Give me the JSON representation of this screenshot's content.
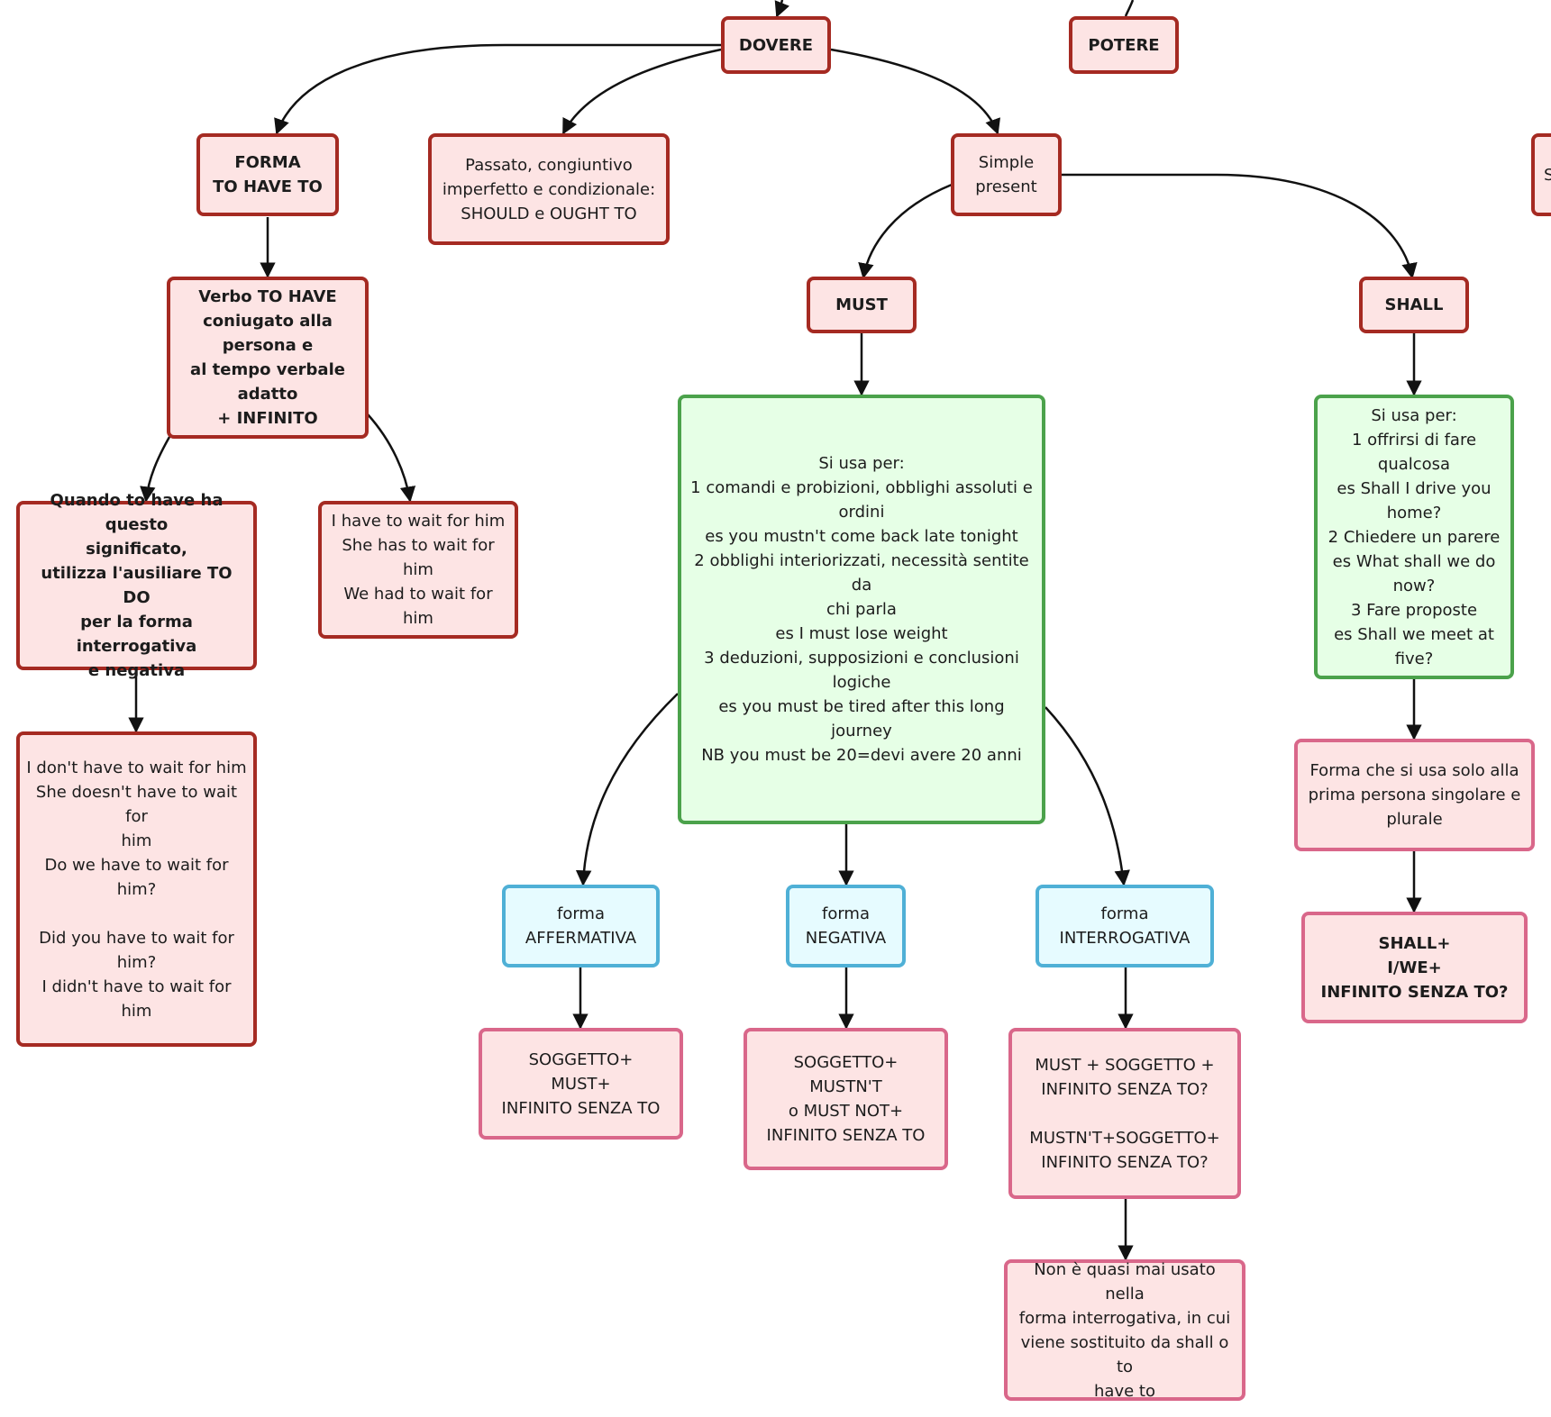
{
  "colors": {
    "red_border": "#a52a22",
    "pink_border": "#d9678a",
    "green_border": "#4ba24b",
    "blue_border": "#4fb0d6",
    "box_fill": "#fde4e4",
    "green_fill": "#e6ffe6",
    "blue_fill": "#e6fbff",
    "edge": "#111111"
  },
  "nodes": {
    "dovere": "DOVERE",
    "potere": "POTERE",
    "side_cut": "S",
    "forma_have_to": "FORMA\nTO HAVE TO",
    "passato": "Passato, congiuntivo\nimperfetto e condizionale:\nSHOULD e OUGHT TO",
    "simple_present": "Simple\npresent",
    "verbo_have": "Verbo TO HAVE\nconiugato alla\npersona e\nal tempo verbale\nadatto\n+ INFINITO",
    "must": "MUST",
    "shall": "SHALL",
    "quando": "Quando to have ha questo\nsignificato,\nutilizza l'ausiliare TO DO\nper la forma interrogativa\ne negativa",
    "have_examples": "I have to wait for him\nShe has to wait for him\nWe had to wait for him",
    "must_uses": "Si usa per:\n1 comandi e probizioni, obblighi assoluti e\nordini\nes you mustn't come back late tonight\n2 obblighi interiorizzati, necessità sentite da\nchi parla\nes I must lose weight\n3 deduzioni, supposizioni e conclusioni\nlogiche\nes you must be tired after this long journey\nNB you must be 20=devi avere 20 anni",
    "shall_uses": "Si usa per:\n1 offrirsi di fare\nqualcosa\nes Shall I drive you\nhome?\n2 Chiedere un parere\nes What shall we do\nnow?\n3 Fare proposte\nes Shall we meet at\nfive?",
    "neg_examples": "I don't have to wait for him\nShe doesn't have to wait for\nhim\nDo we have to wait for him?\n\nDid you have to wait for\nhim?\nI didn't have to wait for him",
    "shall_prima": "Forma che si usa solo alla\nprima persona singolare e\nplurale",
    "forma_aff": "forma\nAFFERMATIVA",
    "forma_neg": "forma\nNEGATIVA",
    "forma_int": "forma\nINTERROGATIVA",
    "shall_formula": "SHALL+\nI/WE+\nINFINITO SENZA TO?",
    "aff_formula": "SOGGETTO+\nMUST+\nINFINITO SENZA TO",
    "neg_formula": "SOGGETTO+\nMUSTN'T\no MUST NOT+\nINFINITO SENZA TO",
    "int_formula": "MUST + SOGGETTO +\nINFINITO SENZA TO?\n\nMUSTN'T+SOGGETTO+\nINFINITO SENZA TO?",
    "non_usato": "Non è quasi mai usato nella\nforma interrogativa, in cui\nviene sostituito da shall o to\nhave to"
  }
}
